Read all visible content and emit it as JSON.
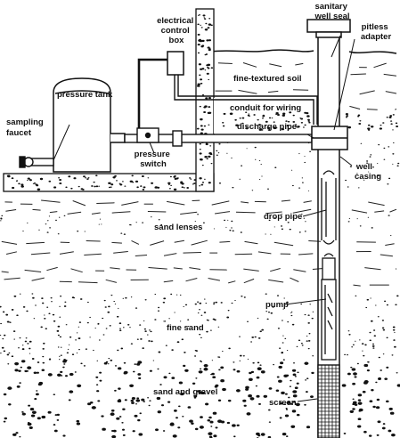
{
  "labels": {
    "sanitary_well_seal": [
      "sanitary",
      "well seal"
    ],
    "pitless_adapter": [
      "pitless",
      "adapter"
    ],
    "electrical_control_box": [
      "electrical",
      "control",
      "box"
    ],
    "fine_textured_soil": "fine-textured soil",
    "pressure_tank": "pressure tank",
    "conduit_for_wiring": "conduit for wiring",
    "discharge_pipe": "discharge pipe",
    "sampling_faucet": [
      "sampling",
      "faucet"
    ],
    "pressure_switch": [
      "pressure",
      "switch"
    ],
    "well_casing": [
      "well",
      "casing"
    ],
    "drop_pipe": "drop pipe",
    "sand_lenses": "sand lenses",
    "pump": "pump",
    "fine_sand": "fine sand",
    "sand_and_gravel": "sand and gravel",
    "screen": "screen"
  }
}
